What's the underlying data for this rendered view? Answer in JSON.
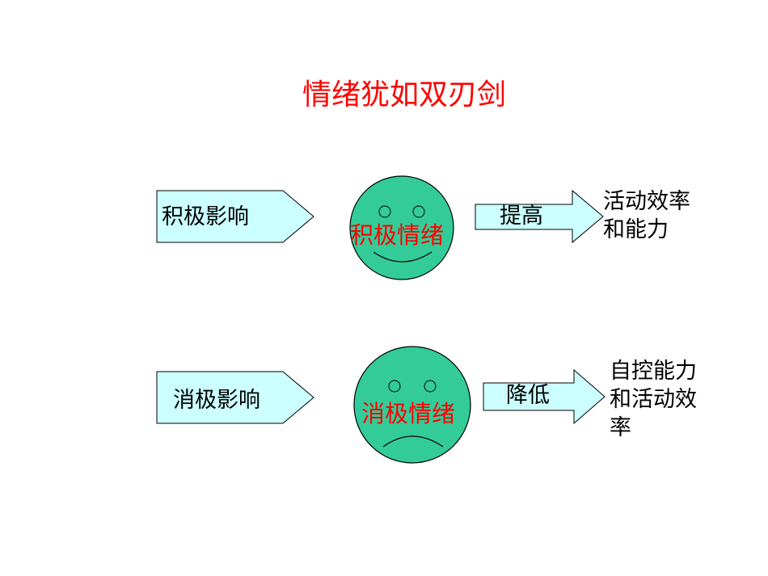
{
  "title": "情绪犹如双刃剑",
  "positive": {
    "influence": "积极影响",
    "emotion": "积极情绪",
    "action": "提高",
    "result_lines": [
      "活动效率",
      "和能力"
    ]
  },
  "negative": {
    "influence": "消极影响",
    "emotion": "消极情绪",
    "action": "降低",
    "result_lines": [
      "自控能力",
      "和活动效",
      "率"
    ]
  },
  "colors": {
    "title": "#ff0000",
    "face_fill": "#33cc99",
    "shape_fill": "#ccffff",
    "emotion_text": "#ff0000"
  },
  "icons": [
    "smiley-face-icon",
    "sad-face-icon",
    "pentagon-arrow-shape",
    "block-arrow-shape"
  ]
}
